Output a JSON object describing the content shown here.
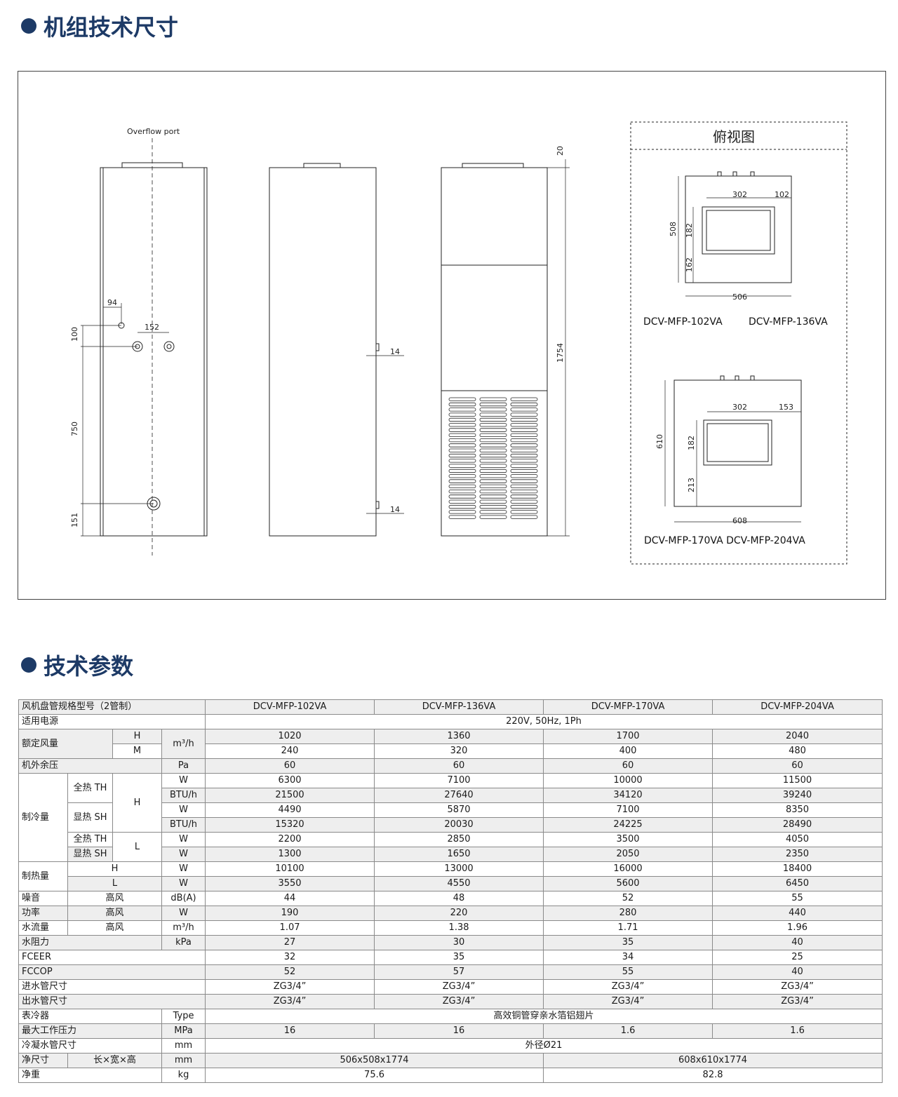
{
  "section1_title": "机组技术尺寸",
  "section2_title": "技术参数",
  "drawing": {
    "overflow_label": "Overflow port",
    "top_view_title": "俯视图",
    "dims_front": [
      "94",
      "152",
      "100",
      "750",
      "151"
    ],
    "dims_side": [
      "14",
      "14"
    ],
    "dims_back": [
      "20",
      "1754"
    ],
    "top1": {
      "w1": "302",
      "w2": "102",
      "h_total": "508",
      "h1": "182",
      "h2": "162",
      "w_total": "506"
    },
    "top2": {
      "w1": "302",
      "w2": "153",
      "h_total": "610",
      "h1": "182",
      "h2": "213",
      "w_total": "608"
    },
    "models1": [
      "DCV-MFP-102VA",
      "DCV-MFP-136VA"
    ],
    "models2": "DCV-MFP-170VA DCV-MFP-204VA"
  },
  "table": {
    "header": {
      "label": "风机盘管规格型号（2管制）",
      "models": [
        "DCV-MFP-102VA",
        "DCV-MFP-136VA",
        "DCV-MFP-170VA",
        "DCV-MFP-204VA"
      ]
    },
    "power": {
      "label": "适用电源",
      "value": "220V, 50Hz, 1Ph"
    },
    "airflow": {
      "label": "额定风量",
      "unit": "m³/h",
      "H": {
        "k": "H",
        "v": [
          "1020",
          "1360",
          "1700",
          "2040"
        ]
      },
      "M": {
        "k": "M",
        "v": [
          "240",
          "320",
          "400",
          "480"
        ]
      }
    },
    "esp": {
      "label": "机外余压",
      "unit": "Pa",
      "v": [
        "60",
        "60",
        "60",
        "60"
      ]
    },
    "cooling": {
      "label": "制冷量",
      "H": "H",
      "L": "L",
      "total": "全热 TH",
      "sensible": "显热 SH",
      "rows": [
        {
          "unit": "W",
          "v": [
            "6300",
            "7100",
            "10000",
            "11500"
          ]
        },
        {
          "unit": "BTU/h",
          "v": [
            "21500",
            "27640",
            "34120",
            "39240"
          ]
        },
        {
          "unit": "W",
          "v": [
            "4490",
            "5870",
            "7100",
            "8350"
          ]
        },
        {
          "unit": "BTU/h",
          "v": [
            "15320",
            "20030",
            "24225",
            "28490"
          ]
        },
        {
          "unit": "W",
          "v": [
            "2200",
            "2850",
            "3500",
            "4050"
          ]
        },
        {
          "unit": "W",
          "v": [
            "1300",
            "1650",
            "2050",
            "2350"
          ]
        }
      ]
    },
    "heating": {
      "label": "制热量",
      "H": {
        "k": "H",
        "unit": "W",
        "v": [
          "10100",
          "13000",
          "16000",
          "18400"
        ]
      },
      "L": {
        "k": "L",
        "unit": "W",
        "v": [
          "3550",
          "4550",
          "5600",
          "6450"
        ]
      }
    },
    "noise": {
      "label": "噪音",
      "mode": "高风",
      "unit": "dB(A)",
      "v": [
        "44",
        "48",
        "52",
        "55"
      ]
    },
    "power_in": {
      "label": "功率",
      "mode": "高风",
      "unit": "W",
      "v": [
        "190",
        "220",
        "280",
        "440"
      ]
    },
    "water_flow": {
      "label": "水流量",
      "mode": "高风",
      "unit": "m³/h",
      "v": [
        "1.07",
        "1.38",
        "1.71",
        "1.96"
      ]
    },
    "water_res": {
      "label": "水阻力",
      "unit": "kPa",
      "v": [
        "27",
        "30",
        "35",
        "40"
      ]
    },
    "fceer": {
      "label": "FCEER",
      "v": [
        "32",
        "35",
        "34",
        "25"
      ]
    },
    "fccop": {
      "label": "FCCOP",
      "v": [
        "52",
        "57",
        "55",
        "40"
      ]
    },
    "inlet": {
      "label": "进水管尺寸",
      "v": [
        "ZG3/4”",
        "ZG3/4”",
        "ZG3/4”",
        "ZG3/4”"
      ]
    },
    "outlet": {
      "label": "出水管尺寸",
      "v": [
        "ZG3/4”",
        "ZG3/4”",
        "ZG3/4”",
        "ZG3/4”"
      ]
    },
    "coil": {
      "label": "表冷器",
      "unit": "Type",
      "value": "高效铜管穿亲水箔铝翅片"
    },
    "max_p": {
      "label": "最大工作压力",
      "unit": "MPa",
      "v": [
        "16",
        "16",
        "1.6",
        "1.6"
      ]
    },
    "condensate": {
      "label": "冷凝水管尺寸",
      "unit": "mm",
      "value": "外径Ø21"
    },
    "net_size": {
      "label": "净尺寸",
      "sub": "长×宽×高",
      "unit": "mm",
      "v": [
        "506x508x1774",
        "608x610x1774"
      ]
    },
    "net_weight": {
      "label": "净重",
      "unit": "kg",
      "v": [
        "75.6",
        "82.8"
      ]
    }
  }
}
